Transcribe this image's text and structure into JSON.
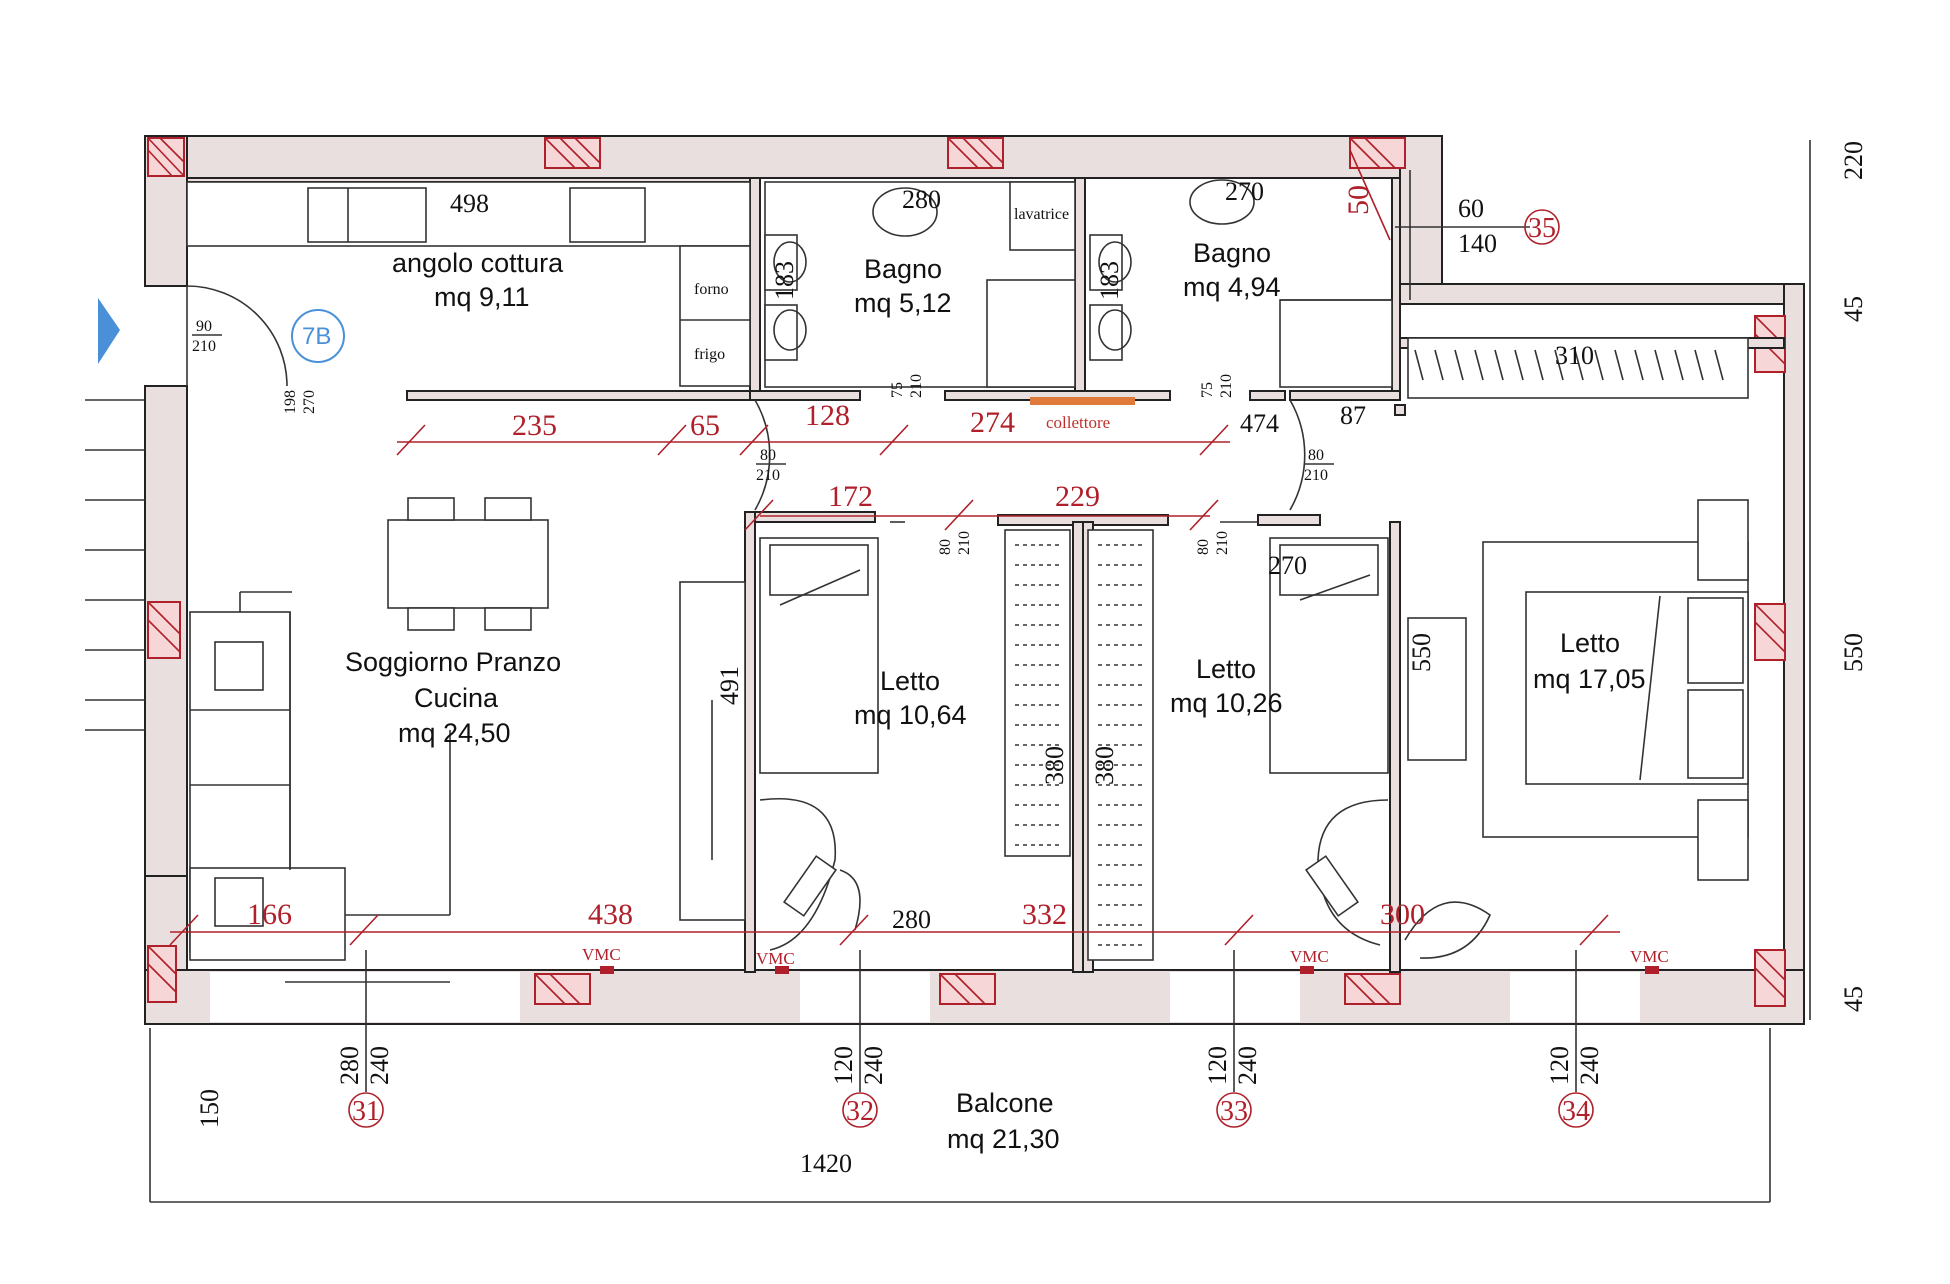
{
  "unit": {
    "code": "7B",
    "color": "#4a90d9"
  },
  "colors": {
    "dimension": "#b0202a",
    "pillar_fill": "#f6d6d6",
    "wall_fill": "#e9dfdf",
    "collector": "#e07a3a"
  },
  "rooms": {
    "kitchen": {
      "name": "angolo cottura",
      "area": "mq 9,11"
    },
    "bath1": {
      "name": "Bagno",
      "area": "mq 5,12"
    },
    "bath2": {
      "name": "Bagno",
      "area": "mq 4,94"
    },
    "living": {
      "line1": "Soggiorno Pranzo",
      "line2": "Cucina",
      "area": "mq 24,50"
    },
    "bed1": {
      "name": "Letto",
      "area": "mq 10,64"
    },
    "bed2": {
      "name": "Letto",
      "area": "mq 10,26"
    },
    "bed3": {
      "name": "Letto",
      "area": "mq 17,05"
    },
    "balcony": {
      "name": "Balcone",
      "area": "mq 21,30"
    }
  },
  "fixtures": {
    "oven": "forno",
    "fridge": "frigo",
    "washer": "lavatrice",
    "collector": "collettore",
    "vmc": "VMC"
  },
  "dimensions": {
    "red": [
      "235",
      "65",
      "128",
      "274",
      "172",
      "229",
      "166",
      "438",
      "332",
      "300"
    ],
    "black": [
      "498",
      "280",
      "270",
      "50",
      "60",
      "140",
      "474",
      "87",
      "310",
      "183",
      "183",
      "270",
      "491",
      "380",
      "380",
      "550",
      "280",
      "220",
      "45",
      "550",
      "45",
      "150",
      "1420"
    ],
    "openings": [
      {
        "w": "90",
        "h": "210"
      },
      {
        "w": "198",
        "h": "270"
      },
      {
        "w": "75",
        "h": "210"
      },
      {
        "w": "75",
        "h": "210"
      },
      {
        "w": "80",
        "h": "210"
      },
      {
        "w": "80",
        "h": "210"
      },
      {
        "w": "80",
        "h": "210"
      },
      {
        "w": "80",
        "h": "210"
      }
    ],
    "windows": [
      {
        "a": "280",
        "b": "240"
      },
      {
        "a": "120",
        "b": "240"
      },
      {
        "a": "120",
        "b": "240"
      },
      {
        "a": "120",
        "b": "240"
      }
    ]
  },
  "window_markers": [
    "31",
    "32",
    "33",
    "34",
    "35"
  ]
}
